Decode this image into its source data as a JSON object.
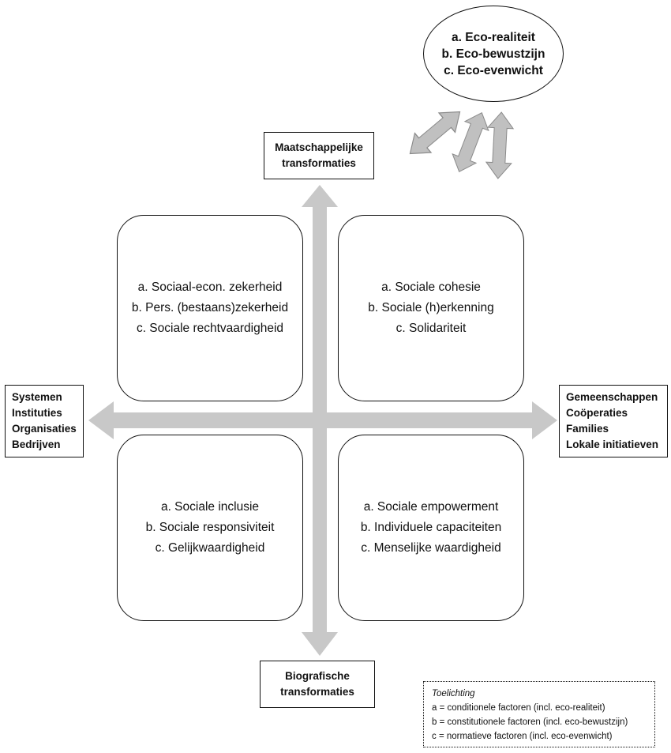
{
  "quadrants": {
    "top_left": [
      "a. Sociaal-econ. zekerheid",
      "b. Pers. (bestaans)zekerheid",
      "c. Sociale rechtvaardigheid"
    ],
    "top_right": [
      "a. Sociale cohesie",
      "b. Sociale (h)erkenning",
      "c. Solidariteit"
    ],
    "bottom_left": [
      "a. Sociale inclusie",
      "b. Sociale responsiviteit",
      "c. Gelijkwaardigheid"
    ],
    "bottom_right": [
      "a. Sociale empowerment",
      "b. Individuele capaciteiten",
      "c. Menselijke waardigheid"
    ]
  },
  "axes": {
    "top": [
      "Maatschappelijke",
      "transformaties"
    ],
    "bottom": [
      "Biografische",
      "transformaties"
    ],
    "left": [
      "Systemen",
      "Instituties",
      "Organisaties",
      "Bedrijven"
    ],
    "right": [
      "Gemeenschappen",
      "Coöperaties",
      "Families",
      "Lokale initiatieven"
    ]
  },
  "eco": [
    "a. Eco-realiteit",
    "b. Eco-bewustzijn",
    "c. Eco-evenwicht"
  ],
  "legend": {
    "title": "Toelichting",
    "lines": [
      "a = conditionele factoren (incl. eco-realiteit)",
      "b = constitutionele factoren (incl. eco-bewustzijn)",
      "c = normatieve factoren (incl. eco-evenwicht)"
    ]
  },
  "colors": {
    "arrow_fill": "#c8c8c8",
    "arrow_dark": "#a6a6a6",
    "border": "#111111"
  }
}
